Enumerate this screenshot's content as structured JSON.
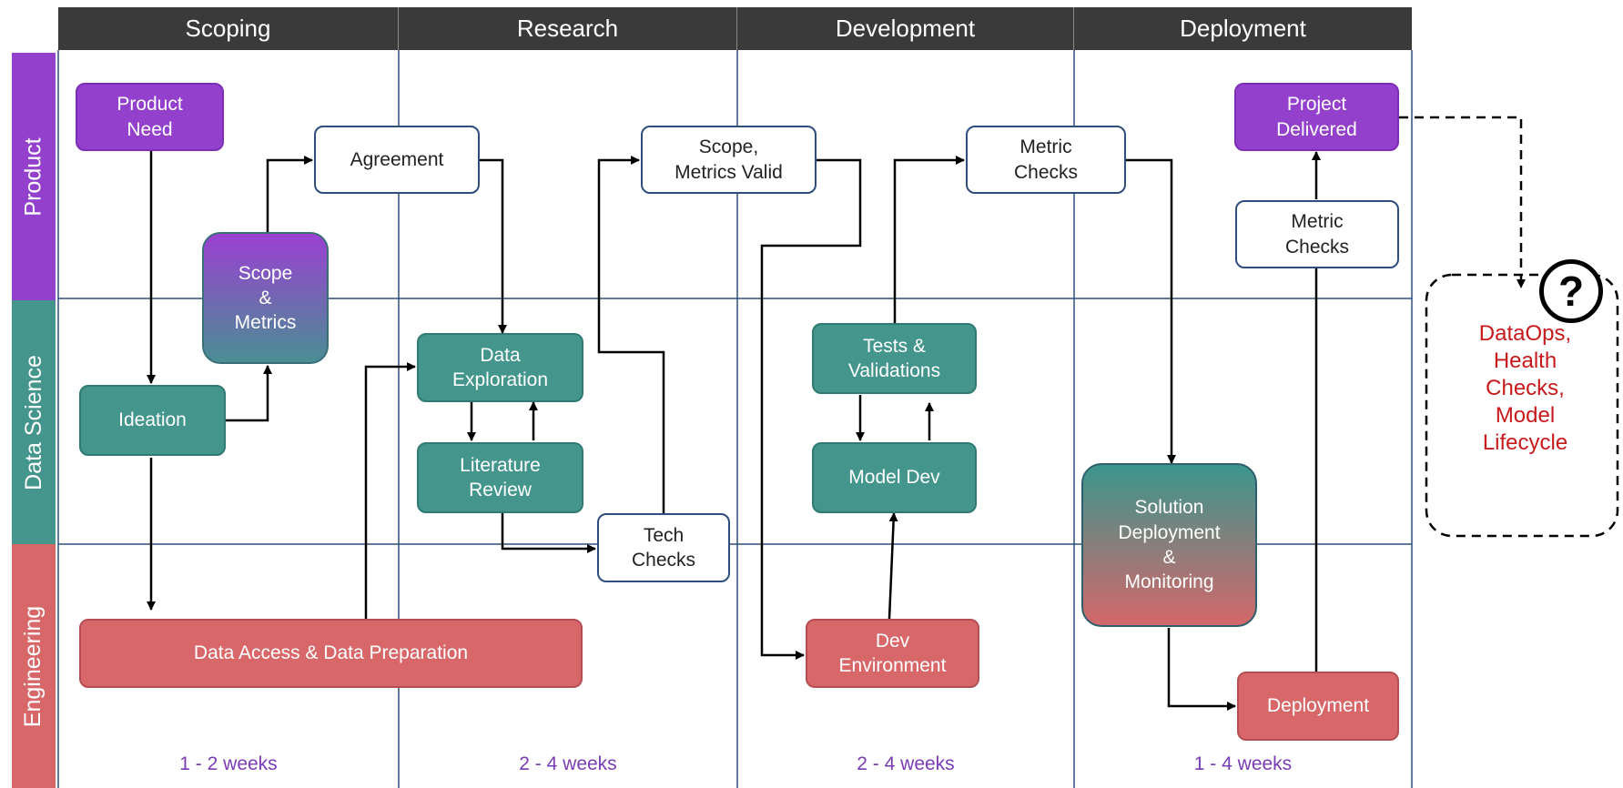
{
  "phases": [
    {
      "name": "Scoping",
      "duration": "1 - 2 weeks"
    },
    {
      "name": "Research",
      "duration": "2 - 4 weeks"
    },
    {
      "name": "Development",
      "duration": "2 - 4 weeks"
    },
    {
      "name": "Deployment",
      "duration": "1 - 4 weeks"
    }
  ],
  "lanes": [
    {
      "name": "Product",
      "color": "#9340cc"
    },
    {
      "name": "Data Science",
      "color": "#44968d"
    },
    {
      "name": "Engineering",
      "color": "#d8676a"
    }
  ],
  "nodes": {
    "product_need": "Product\nNeed",
    "agreement": "Agreement",
    "scope_metrics": "Scope\n&\nMetrics",
    "scope_metrics_valid": "Scope,\nMetrics Valid",
    "metric_checks_dev": "Metric\nChecks",
    "project_delivered": "Project\nDelivered",
    "metric_checks_deploy": "Metric\nChecks",
    "ideation": "Ideation",
    "data_exploration": "Data\nExploration",
    "literature_review": "Literature\nReview",
    "tech_checks": "Tech\nChecks",
    "tests_validations": "Tests &\nValidations",
    "model_dev": "Model Dev",
    "solution_deployment": "Solution\nDeployment\n&\nMonitoring",
    "data_access": "Data Access & Data Preparation",
    "dev_environment": "Dev\nEnvironment",
    "deployment": "Deployment"
  },
  "beyond": {
    "question_mark": "?",
    "note": "DataOps,\nHealth\nChecks,\nModel\nLifecycle"
  },
  "colors": {
    "header_bg": "#3a3a3a",
    "product": "#9340cc",
    "data_science": "#44968d",
    "engineering": "#d8676a",
    "note_text": "#c8191b",
    "duration_text": "#7a3bb5",
    "grid_line": "#2e4e7e"
  }
}
